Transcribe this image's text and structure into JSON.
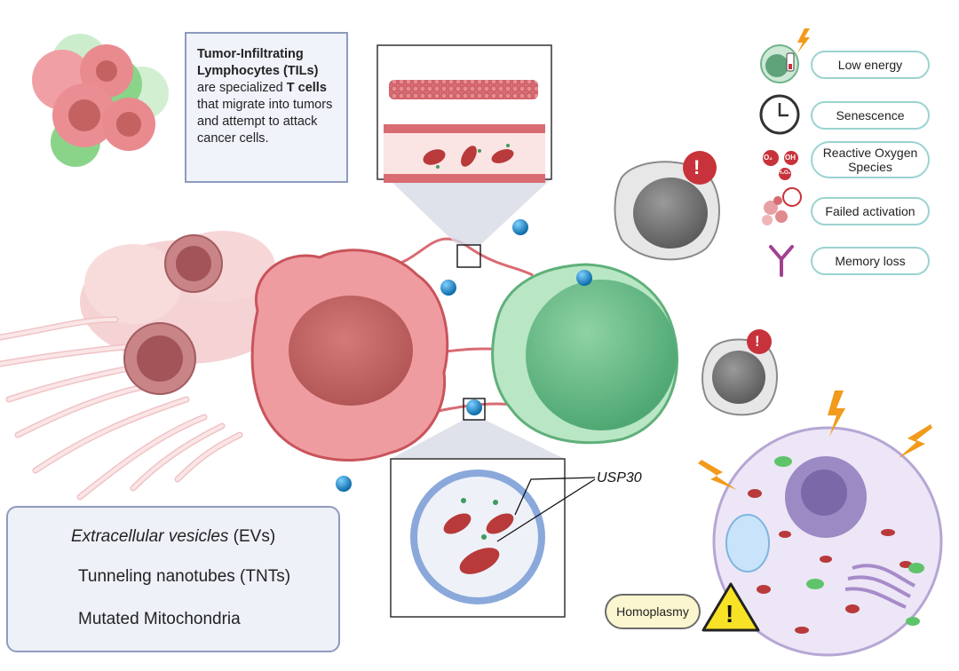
{
  "info_box": {
    "title_bold": "Tumor-Infiltrating Lymphocytes (TILs)",
    "text_1": " are specialized ",
    "text_bold_2": "T cells",
    "text_3": " that migrate into tumors and attempt to attack cancer cells."
  },
  "side_labels": [
    {
      "label": "Low energy",
      "icon": "low-battery-cell-icon"
    },
    {
      "label": "Senescence",
      "icon": "clock-icon"
    },
    {
      "label": "Reactive Oxygen Species",
      "icon": "ros-molecules-icon"
    },
    {
      "label": "Failed activation",
      "icon": "failed-activation-icon"
    },
    {
      "label": "Memory loss",
      "icon": "antibody-icon"
    }
  ],
  "ros_molecule_labels": [
    "O₂",
    "OH",
    "H₂O₂"
  ],
  "legend": {
    "ev_label": "Extracellular vesicles",
    "ev_suffix": " (EVs)",
    "tnt_label": "Tunneling nanotubes (TNTs)",
    "mito_label": "Mutated Mitochondria"
  },
  "usp30_label": "USP30",
  "homoplasmy_label": "Homoplasmy",
  "warning_symbol": "!",
  "colors": {
    "tumor": "#e98a8f",
    "t_cell": "#8fd0a6",
    "ev": "#1f8fd0",
    "mitochondria": "#b83a3a",
    "box_border": "#8e9bbf",
    "pill_border": "#9bd3d1",
    "alert_red": "#c8323a",
    "lightning": "#f29a1b"
  }
}
